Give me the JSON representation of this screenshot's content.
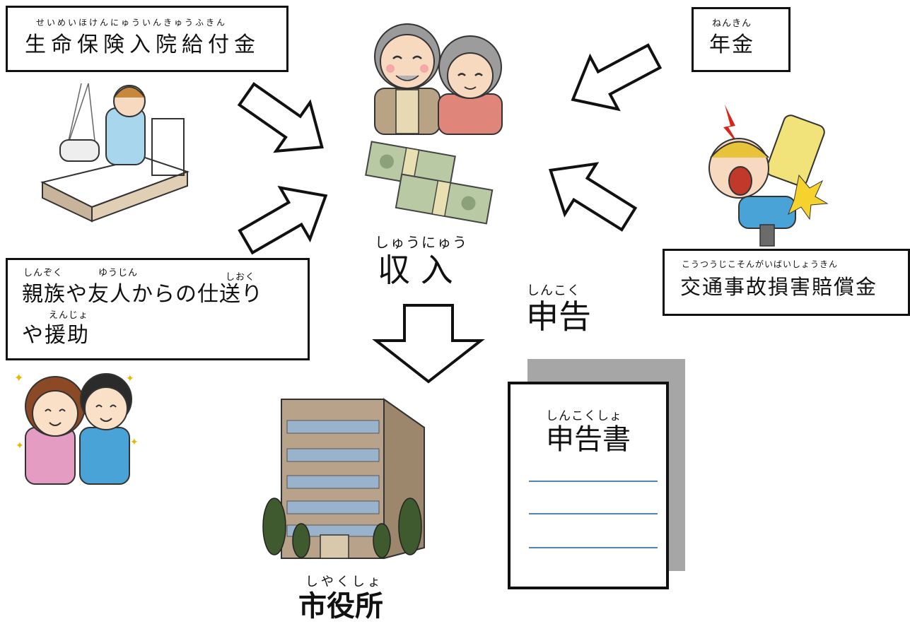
{
  "labels": {
    "life_insurance": {
      "ruby": "せいめいほけんにゅういんきゅうふきん",
      "text": "生命保険入院給付金"
    },
    "pension": {
      "ruby": "ねんきん",
      "text": "年金"
    },
    "traffic_accident": {
      "ruby": "こうつうじこそんがいばいしょうきん",
      "text": "交通事故損害賠償金"
    },
    "family_support": {
      "ruby_1": "しんぞく",
      "ruby_2": "ゆうじん",
      "ruby_3": "しおく",
      "text_line1": "親族や友人からの仕送り",
      "ruby_4": "えんじょ",
      "text_line2": "や援助"
    },
    "income": {
      "ruby": "しゅうにゅう",
      "text": "収 入"
    },
    "declaration": {
      "ruby": "しんこく",
      "text": "申告"
    },
    "declaration_form": {
      "ruby": "しんこくしょ",
      "text": "申告書"
    },
    "city_hall": {
      "ruby": "しやくしょ",
      "text": "市役所"
    }
  },
  "icons": [
    "elderly-couple-icon",
    "money-bundle-icon",
    "hospital-bed-icon",
    "traffic-accident-icon",
    "friends-couple-icon",
    "city-hall-building-icon",
    "document-form-icon"
  ],
  "colors": {
    "border": "#111111",
    "form_lines": "#4f81bd",
    "form_shadow": "#a6a6a6"
  }
}
